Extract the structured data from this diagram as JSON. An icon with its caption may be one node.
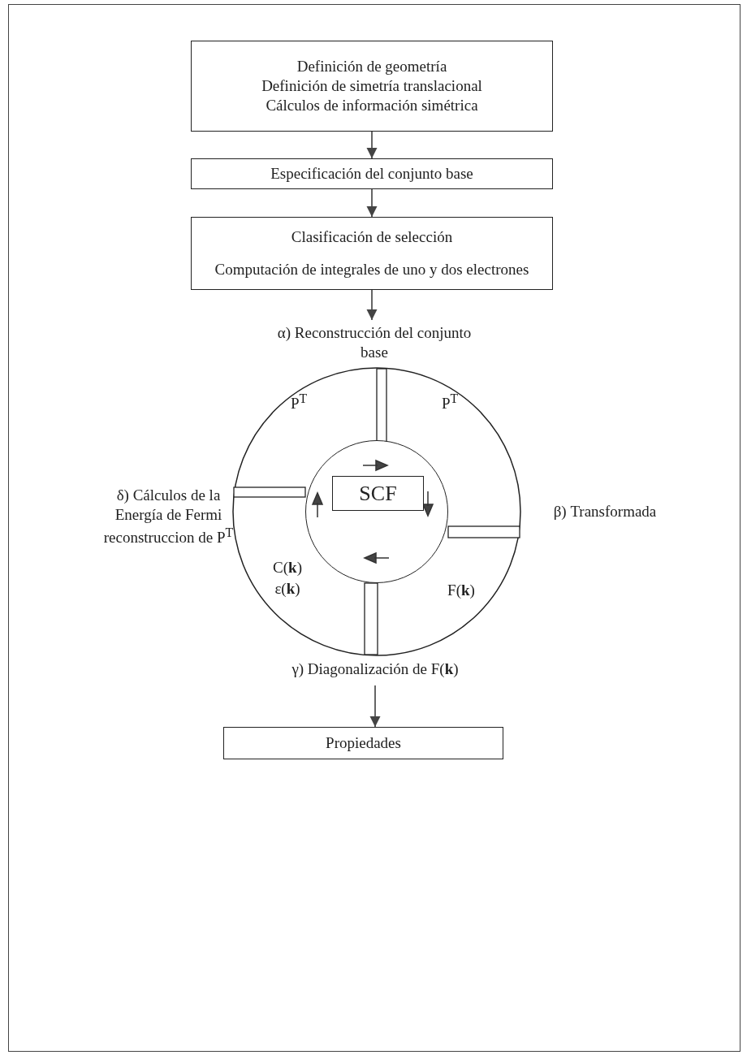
{
  "diagram": {
    "nodes": [
      {
        "text": [
          "Definición de geometría",
          "Definición de simetría translacional",
          "Cálculos de información simétrica"
        ]
      },
      {
        "text": [
          "Especificación del conjunto base"
        ]
      },
      {
        "text": [
          "Clasificación de selección",
          "Computación de integrales de uno y dos electrones"
        ]
      },
      {
        "text": [
          "α) Reconstrucción del conjunto base"
        ]
      },
      {
        "text": [
          "P$^{T}$",
          "P$^{T}$",
          "C(**k**)",
          "ε(**k**)",
          "F(**k**)"
        ]
      },
      {
        "text": [],
        "shape": "circle",
        "in": 4
      },
      {
        "text": [
          "SCF"
        ],
        "in": 5
      },
      {
        "text": [
          "γ) Diagonalización de F(**k**)"
        ]
      },
      {
        "text": [
          "Propiedades"
        ]
      }
    ],
    "edges": [
      {
        "from": 0,
        "to": 1,
        "arrow": "to"
      },
      {
        "from": 1,
        "to": 2,
        "arrow": "to"
      },
      {
        "from": 2,
        "to": 3,
        "arrow": "to"
      },
      {
        "from": 7,
        "to": 8,
        "arrow": "to"
      }
    ],
    "labels": [
      "δ) Cálculos de la Energía de Fermi reconstruccion de P$^{T}$",
      "β) Transformada"
    ]
  }
}
